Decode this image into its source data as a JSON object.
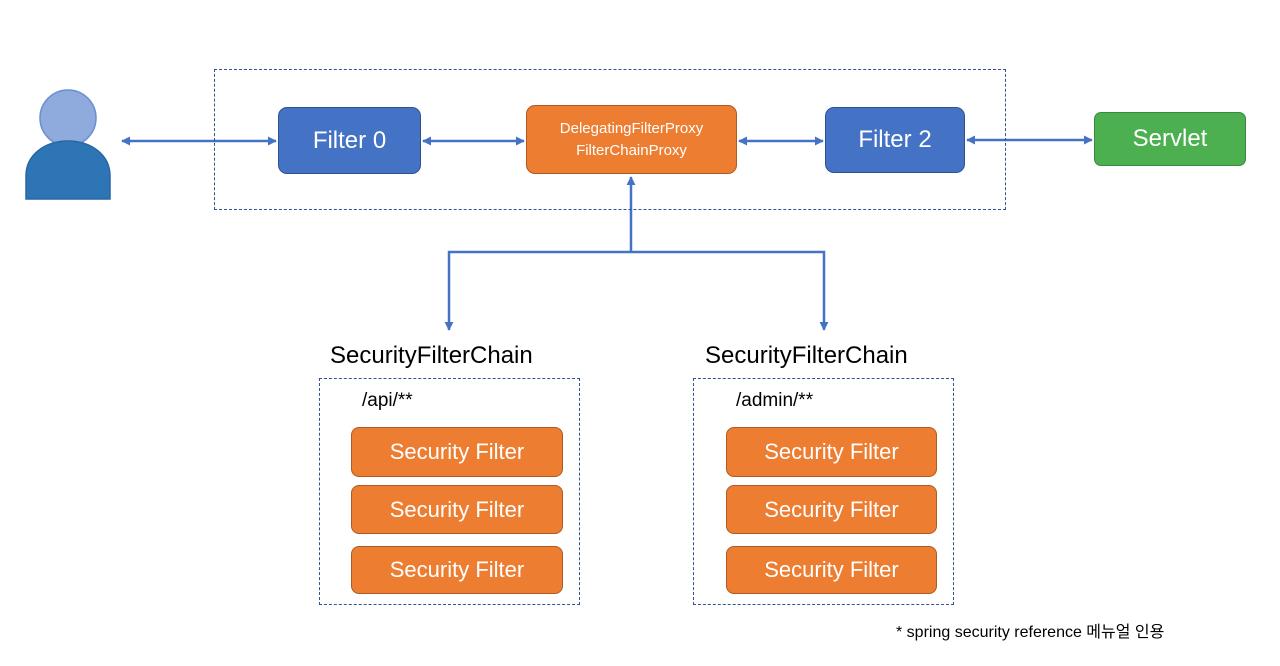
{
  "colors": {
    "filter_blue": "#4472c4",
    "proxy_orange": "#ed7d31",
    "servlet_green": "#4caf50",
    "arrow_blue": "#4472c4",
    "dashed_border": "#2f5597",
    "user_head": "#8faadc",
    "user_body": "#2e75b6"
  },
  "user": {
    "icon": "user-icon"
  },
  "filters": {
    "filter0": "Filter 0",
    "proxy_line1": "DelegatingFilterProxy",
    "proxy_line2": "FilterChainProxy",
    "filter2": "Filter 2"
  },
  "servlet": "Servlet",
  "chains": [
    {
      "title": "SecurityFilterChain",
      "pattern": "/api/**",
      "filters": [
        "Security Filter",
        "Security Filter",
        "Security Filter"
      ]
    },
    {
      "title": "SecurityFilterChain",
      "pattern": "/admin/**",
      "filters": [
        "Security Filter",
        "Security Filter",
        "Security Filter"
      ]
    }
  ],
  "footnote": "* spring security reference 메뉴얼 인용"
}
